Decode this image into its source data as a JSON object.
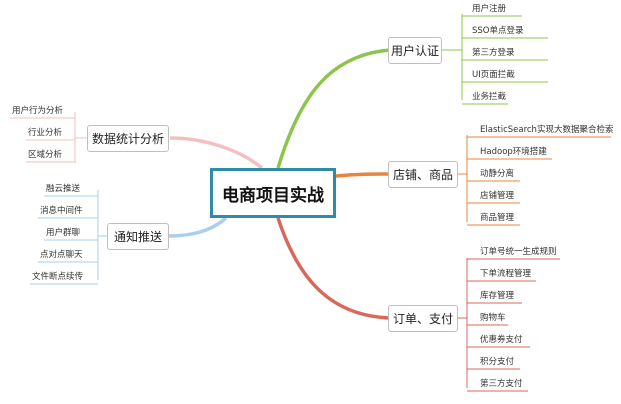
{
  "root": {
    "label": "电商项目实战"
  },
  "colors": {
    "green": "#8cc44c",
    "orange": "#e9843c",
    "red": "#d9685a",
    "pink": "#f4bfc1",
    "blue": "#a9cfe9",
    "root_border": "#2e8ca7"
  },
  "branches": {
    "user_auth": {
      "label": "用户认证",
      "items": [
        "用户注册",
        "SSO单点登录",
        "第三方登录",
        "UI页面拦截",
        "业务拦截"
      ]
    },
    "store_goods": {
      "label": "店铺、商品",
      "items": [
        "ElasticSearch实现大数据聚合检索",
        "Hadoop环境搭建",
        "动静分离",
        "店铺管理",
        "商品管理"
      ]
    },
    "order_pay": {
      "label": "订单、支付",
      "items": [
        "订单号统一生成规则",
        "下单流程管理",
        "库存管理",
        "购物车",
        "优惠券支付",
        "积分支付",
        "第三方支付"
      ]
    },
    "stats": {
      "label": "数据统计分析",
      "items": [
        "用户行为分析",
        "行业分析",
        "区域分析"
      ]
    },
    "push": {
      "label": "通知推送",
      "items": [
        "融云推送",
        "消息中间件",
        "用户群聊",
        "点对点聊天",
        "文件断点续传"
      ]
    }
  }
}
